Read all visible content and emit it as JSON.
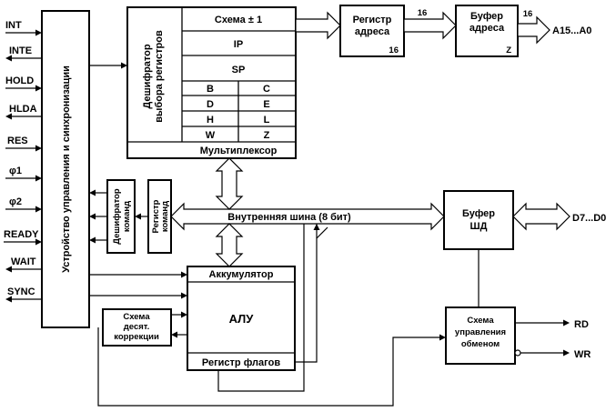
{
  "inputs": [
    {
      "label": "INT",
      "dir": "in"
    },
    {
      "label": "INTE",
      "dir": "out"
    },
    {
      "label": "HOLD",
      "dir": "in"
    },
    {
      "label": "HLDA",
      "dir": "out"
    },
    {
      "label": "RES",
      "dir": "in"
    },
    {
      "label": "φ1",
      "dir": "in"
    },
    {
      "label": "φ2",
      "dir": "in"
    },
    {
      "label": "READY",
      "dir": "in"
    },
    {
      "label": "WAIT",
      "dir": "out"
    },
    {
      "label": "SYNC",
      "dir": "out"
    }
  ],
  "blocks": {
    "control": "Устройство управления и синхронизации",
    "reg_select_decoder": {
      "line1": "Дешифратор",
      "line2": "выбора регистров"
    },
    "cmd_decoder": {
      "line1": "Дешифратор",
      "line2": "команд"
    },
    "cmd_register": {
      "line1": "Регистр",
      "line2": "команд"
    },
    "scheme_plus1": "Схема ± 1",
    "ip": "IP",
    "sp": "SP",
    "reg_pairs": [
      [
        "B",
        "C"
      ],
      [
        "D",
        "E"
      ],
      [
        "H",
        "L"
      ],
      [
        "W",
        "Z"
      ]
    ],
    "multiplexer": "Мультиплексор",
    "address_register": {
      "line1": "Регистр",
      "line2": "адреса",
      "width": "16"
    },
    "address_buffer": {
      "line1": "Буфер",
      "line2": "адреса",
      "flag": "Z"
    },
    "internal_bus": "Внутренняя шина (8 бит)",
    "data_buffer": {
      "line1": "Буфер",
      "line2": "ШД"
    },
    "accumulator": "Аккумулятор",
    "alu": "АЛУ",
    "flags_register": "Регистр флагов",
    "decimal_correction": {
      "line1": "Схема",
      "line2": "десят.",
      "line3": "коррекции"
    },
    "exchange_control": {
      "line1": "Схема",
      "line2": "управления",
      "line3": "обменом"
    }
  },
  "signals": {
    "bus_width_a": "16",
    "bus_width_b": "16",
    "address_bus": "A15...A0",
    "data_bus": "D7...D0",
    "rd": "RD",
    "wr": "WR"
  }
}
